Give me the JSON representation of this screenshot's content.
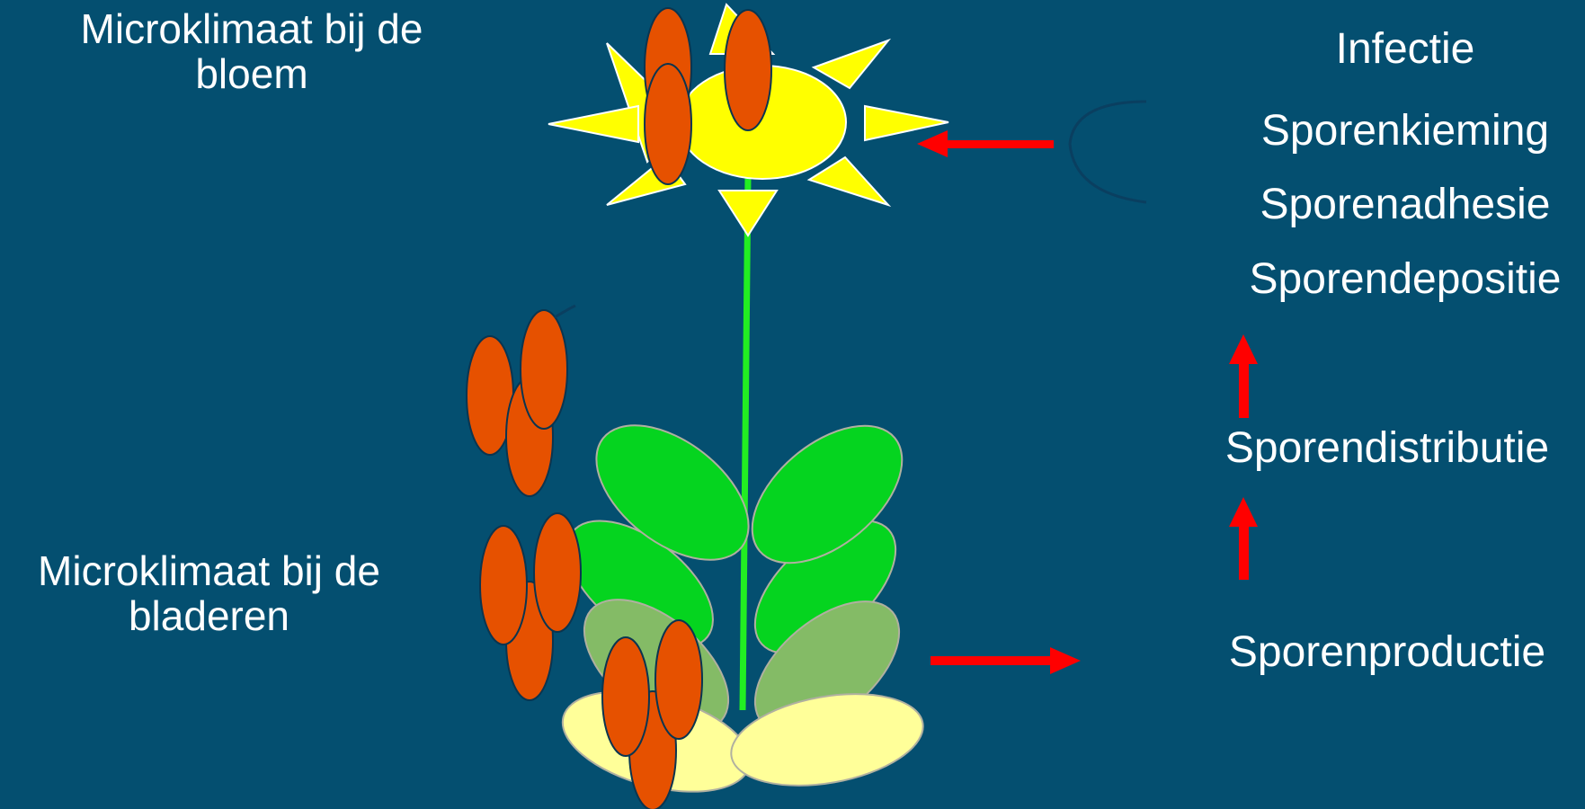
{
  "labels": {
    "flower_microclimate": [
      "Microklimaat bij de",
      "bloem"
    ],
    "leaf_microclimate": [
      "Microklimaat bij de",
      "bladeren"
    ]
  },
  "stages": [
    "Infectie",
    "Sporenkieming",
    "Sporenadhesie",
    "Sporendepositie",
    "Sporendistributie",
    "Sporenproductie"
  ],
  "colors": {
    "background": "#044f70",
    "text": "#ffffff",
    "arrow": "#ff0000",
    "flower_center": "#ffff00",
    "stem": "#22ee22",
    "leaf_green": "#05d41f",
    "leaf_olive": "#84bb66",
    "leaf_pale": "#ffff99",
    "spore": "#e65100"
  }
}
